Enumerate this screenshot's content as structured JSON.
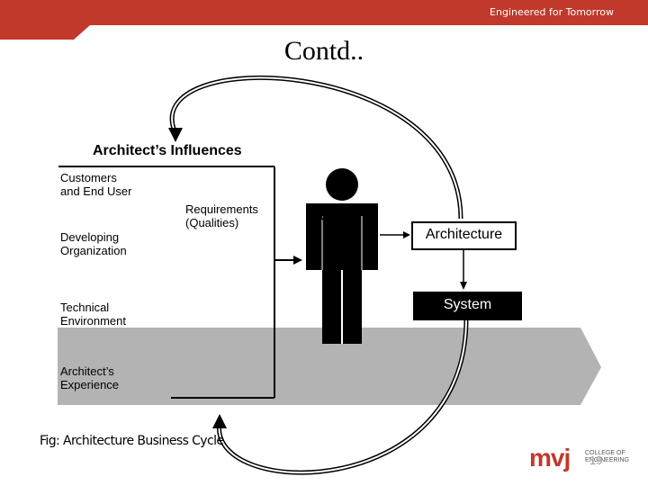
{
  "header": {
    "tagline": "Engineered for Tomorrow",
    "band_color": "#c0392b",
    "accent_color": "#f6e2d5"
  },
  "title": "Contd..",
  "diagram": {
    "influences_title": "Architect’s Influences",
    "influences": [
      "Customers\nand End User",
      "Developing\nOrganization",
      "Technical\nEnvironment",
      "Architect’s\nExperience"
    ],
    "requirements_label": "Requirements\n(Qualities)",
    "architect_label": "Architect",
    "architecture_label": "Architecture",
    "system_label": "System",
    "arrow_color": "#b3b3b3",
    "icons": [
      "architect-figure-icon",
      "cycle-arrow-icon"
    ]
  },
  "caption": "Fig: Architecture Business Cycle",
  "footer": {
    "logo_mark": "mvj",
    "logo_text": "COLLEGE OF\nENGINEERING",
    "page_number": "19"
  }
}
